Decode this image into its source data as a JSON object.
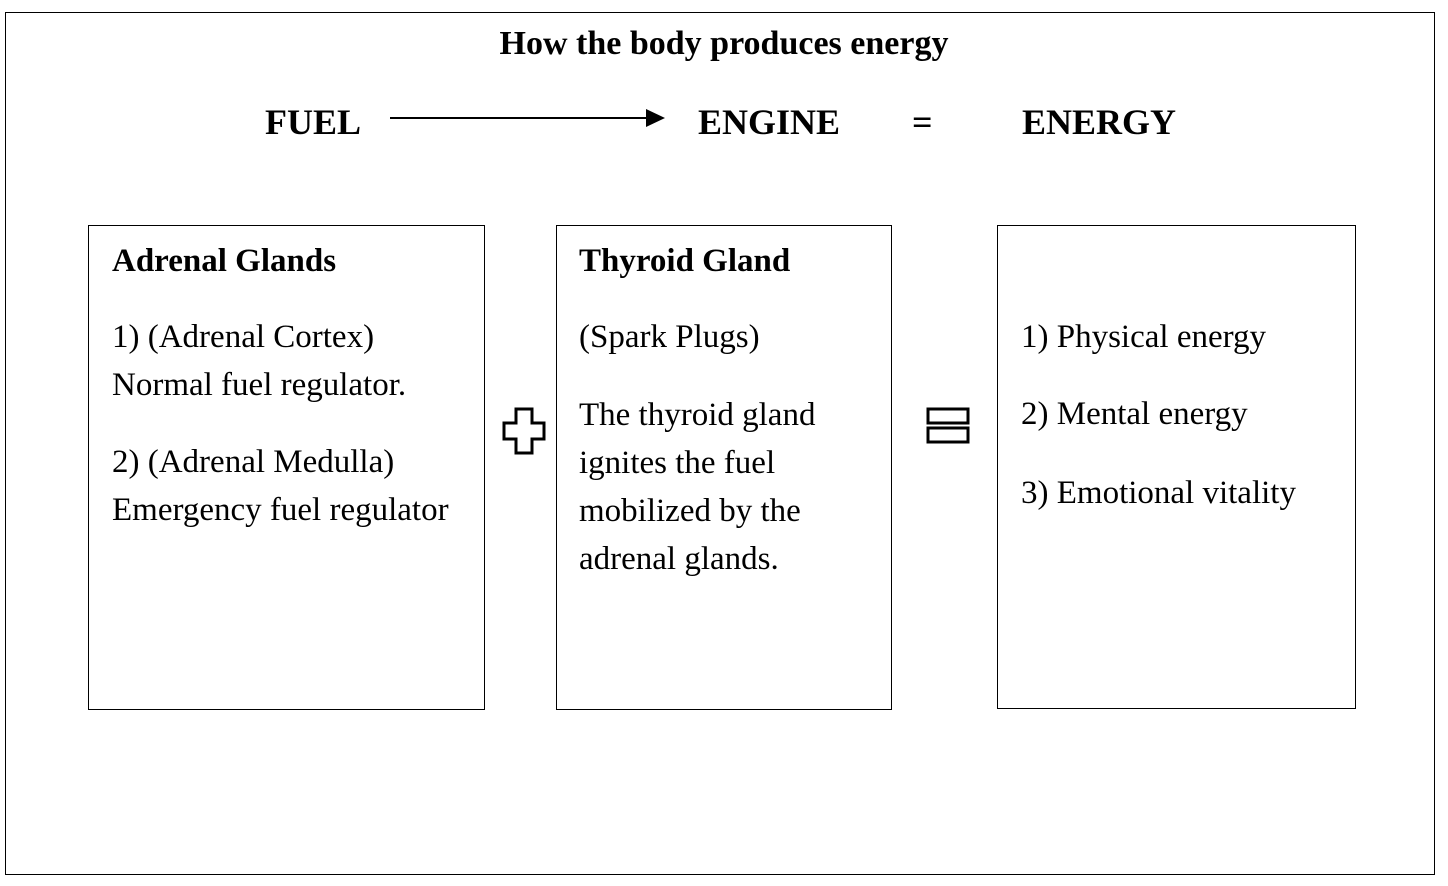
{
  "title": "How the body produces energy",
  "flow": {
    "fuel": "FUEL",
    "engine": "ENGINE",
    "equals": "=",
    "energy": "ENERGY"
  },
  "adrenal": {
    "title": "Adrenal Glands",
    "item1": "1) (Adrenal Cortex) Normal fuel regulator.",
    "item2": "2) (Adrenal Medulla) Emergency fuel regulator"
  },
  "thyroid": {
    "title": "Thyroid Gland",
    "subtitle": "(Spark Plugs)",
    "description": "The thyroid gland ignites the fuel mobilized by the adrenal glands."
  },
  "energy_list": {
    "items": [
      "1) Physical energy",
      "2) Mental energy",
      "3) Emotional vitality"
    ]
  },
  "icons": {
    "between_1_2": "plus-icon",
    "between_2_3": "equals-icon",
    "flow_arrow": "arrow-right-icon"
  }
}
